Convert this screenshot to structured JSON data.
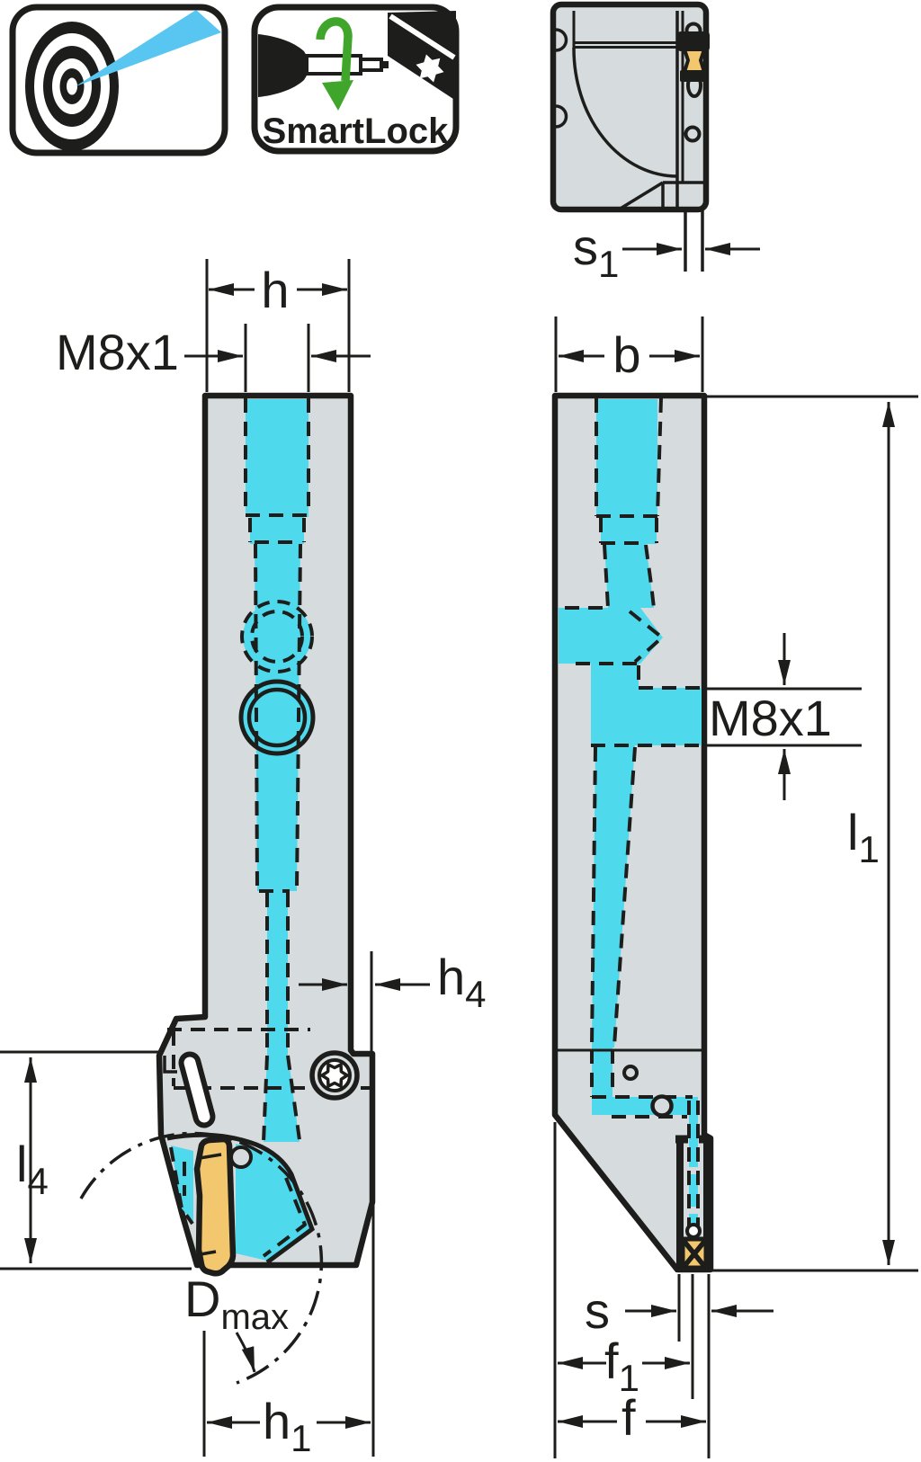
{
  "colors": {
    "body_gray": "#d6dcdd",
    "coolant_cyan": "#4ed9ec",
    "insert_yellow": "#f2c76d",
    "outline_black": "#1d1d1b",
    "jet_blue": "#58c6f1",
    "rotation_green": "#3fa62b"
  },
  "icons": {
    "precision_coolant": {
      "name": "precision-coolant-target-icon"
    },
    "smartlock": {
      "name": "smartlock-icon",
      "label": "SmartLock"
    }
  },
  "views": {
    "top": {
      "name": "top-view",
      "dims": {
        "s1": {
          "base": "s",
          "sub": "1"
        }
      }
    },
    "front": {
      "name": "front-view",
      "dims": {
        "h": {
          "base": "h"
        },
        "thread": {
          "base": "M8x1"
        },
        "h4": {
          "base": "h",
          "sub": "4"
        },
        "l4": {
          "base": "l",
          "sub": "4"
        },
        "dmax": {
          "base": "D",
          "sub": "max"
        },
        "h1": {
          "base": "h",
          "sub": "1"
        }
      }
    },
    "side": {
      "name": "side-view",
      "dims": {
        "b": {
          "base": "b"
        },
        "thread": {
          "base": "M8x1"
        },
        "l1": {
          "base": "l",
          "sub": "1"
        },
        "s": {
          "base": "s"
        },
        "f1": {
          "base": "f",
          "sub": "1"
        },
        "f": {
          "base": "f"
        }
      }
    }
  }
}
